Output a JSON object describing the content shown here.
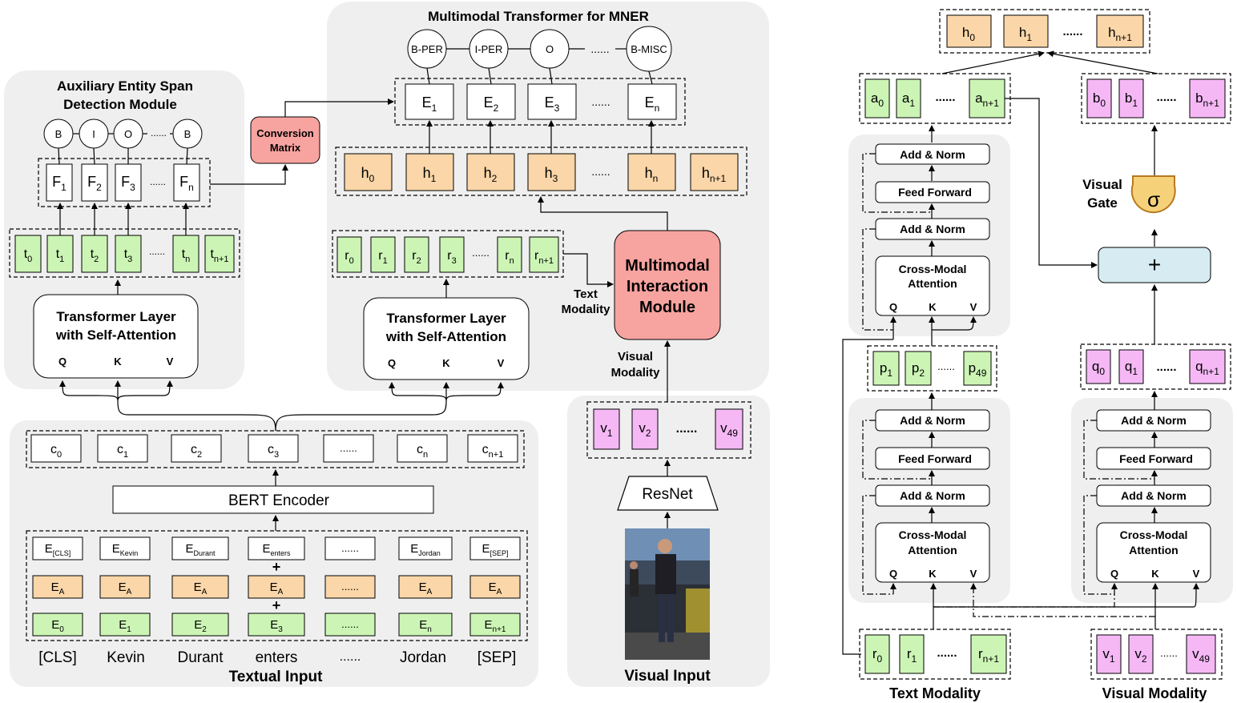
{
  "left": {
    "mt_title": "Multimodal Transformer for MNER",
    "aux_title_1": "Auxiliary Entity Span",
    "aux_title_2": "Detection Module",
    "tags_top": [
      "B-PER",
      "I-PER",
      "O",
      "B-MISC"
    ],
    "e_labels": [
      [
        "E",
        "1"
      ],
      [
        "E",
        "2"
      ],
      [
        "E",
        "3"
      ],
      [
        "E",
        "n"
      ]
    ],
    "h_labels": [
      [
        "h",
        "0"
      ],
      [
        "h",
        "1"
      ],
      [
        "h",
        "2"
      ],
      [
        "h",
        "3"
      ],
      [
        "h",
        "n"
      ],
      [
        "h",
        "n+1"
      ]
    ],
    "aux_tags": [
      "B",
      "I",
      "O",
      "B"
    ],
    "f_labels": [
      [
        "F",
        "1"
      ],
      [
        "F",
        "2"
      ],
      [
        "F",
        "3"
      ],
      [
        "F",
        "n"
      ]
    ],
    "t_labels": [
      [
        "t",
        "0"
      ],
      [
        "t",
        "1"
      ],
      [
        "t",
        "2"
      ],
      [
        "t",
        "3"
      ],
      [
        "t",
        "n"
      ],
      [
        "t",
        "n+1"
      ]
    ],
    "r_labels": [
      [
        "r",
        "0"
      ],
      [
        "r",
        "1"
      ],
      [
        "r",
        "2"
      ],
      [
        "r",
        "3"
      ],
      [
        "r",
        "n"
      ],
      [
        "r",
        "n+1"
      ]
    ],
    "conversion_1": "Conversion",
    "conversion_2": "Matrix",
    "transformer_1": "Transformer Layer",
    "transformer_2": "with Self-Attention",
    "qkv": [
      "Q",
      "K",
      "V"
    ],
    "mim": [
      "Multimodal",
      "Interaction",
      "Module"
    ],
    "text_modality": [
      "Text",
      "Modality"
    ],
    "visual_modality": [
      "Visual",
      "Modality"
    ],
    "c_labels": [
      [
        "c",
        "0"
      ],
      [
        "c",
        "1"
      ],
      [
        "c",
        "2"
      ],
      [
        "c",
        "3"
      ],
      [
        "......",
        ""
      ],
      [
        "c",
        "n"
      ],
      [
        "c",
        "n+1"
      ]
    ],
    "bert": "BERT Encoder",
    "emb_token": [
      [
        "E",
        "[CLS]"
      ],
      [
        "E",
        "Kevin"
      ],
      [
        "E",
        "Durant"
      ],
      [
        "E",
        "enters"
      ],
      [
        "......",
        ""
      ],
      [
        "E",
        "Jordan"
      ],
      [
        "E",
        "[SEP]"
      ]
    ],
    "emb_a": [
      [
        "E",
        "A"
      ],
      [
        "E",
        "A"
      ],
      [
        "E",
        "A"
      ],
      [
        "E",
        "A"
      ],
      [
        "......",
        ""
      ],
      [
        "E",
        "A"
      ],
      [
        "E",
        "A"
      ]
    ],
    "emb_pos": [
      [
        "E",
        "0"
      ],
      [
        "E",
        "1"
      ],
      [
        "E",
        "2"
      ],
      [
        "E",
        "3"
      ],
      [
        "......",
        ""
      ],
      [
        "E",
        "n"
      ],
      [
        "E",
        "n+1"
      ]
    ],
    "words": [
      "[CLS]",
      "Kevin",
      "Durant",
      "enters",
      "......",
      "Jordan",
      "[SEP]"
    ],
    "textual_input": "Textual Input",
    "v_labels": [
      [
        "v",
        "1"
      ],
      [
        "v",
        "2"
      ],
      [
        "v",
        "49"
      ]
    ],
    "resnet": "ResNet",
    "visual_input": "Visual Input",
    "dots": "......",
    "plus": "+"
  },
  "right": {
    "h_labels": [
      [
        "h",
        "0"
      ],
      [
        "h",
        "1"
      ],
      [
        "h",
        "n+1"
      ]
    ],
    "a_labels": [
      [
        "a",
        "0"
      ],
      [
        "a",
        "1"
      ],
      [
        "a",
        "n+1"
      ]
    ],
    "b_labels": [
      [
        "b",
        "0"
      ],
      [
        "b",
        "1"
      ],
      [
        "b",
        "n+1"
      ]
    ],
    "add_norm": "Add & Norm",
    "feed_forward": "Feed Forward",
    "cross_1": "Cross-Modal",
    "cross_2": "Attention",
    "qkv": [
      "Q",
      "K",
      "V"
    ],
    "visual_gate": [
      "Visual",
      "Gate"
    ],
    "sigma": "σ",
    "plus": "+",
    "p_labels": [
      [
        "p",
        "1"
      ],
      [
        "p",
        "2"
      ],
      [
        "p",
        "49"
      ]
    ],
    "q_labels": [
      [
        "q",
        "0"
      ],
      [
        "q",
        "1"
      ],
      [
        "q",
        "n+1"
      ]
    ],
    "r_labels": [
      [
        "r",
        "0"
      ],
      [
        "r",
        "1"
      ],
      [
        "r",
        "n+1"
      ]
    ],
    "v_labels": [
      [
        "v",
        "1"
      ],
      [
        "v",
        "2"
      ],
      [
        "v",
        "49"
      ]
    ],
    "text_modality": "Text Modality",
    "visual_modality": "Visual Modality",
    "dots": "......"
  }
}
